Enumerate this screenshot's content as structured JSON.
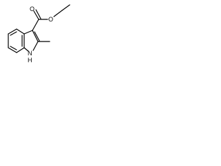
{
  "molecule": {
    "atom_labels": {
      "oxygen_carbonyl": "O",
      "oxygen_ester": "O",
      "nitrogen": "N",
      "nitrogen_hydrogen": "H"
    }
  },
  "colors": {
    "background": "#ffffff",
    "bond": "#000000",
    "text": "#000000"
  }
}
